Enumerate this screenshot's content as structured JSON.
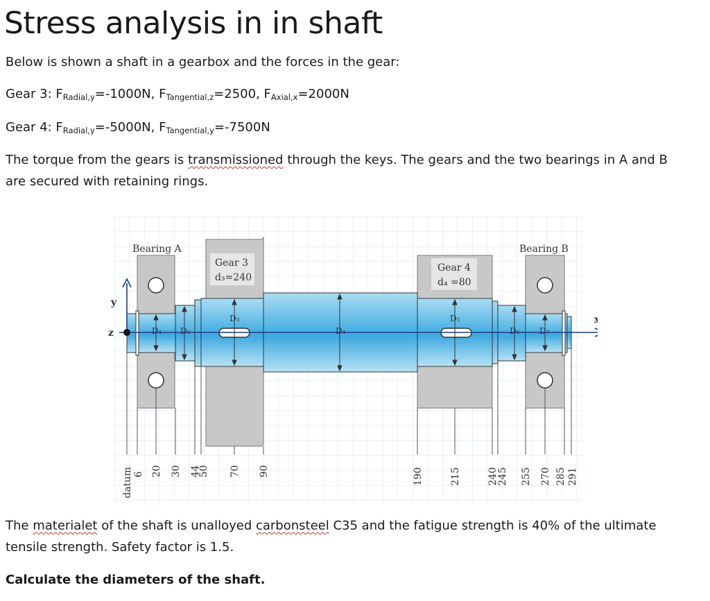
{
  "title": "Stress analysis in in shaft",
  "intro": "Below is shown a shaft in a gearbox and the forces in the gear:",
  "gear3": {
    "label": "Gear 3: ",
    "f1_main": "F",
    "f1_sub": "Radial,y",
    "f1_val": "=-1000N, ",
    "f2_main": "F",
    "f2_sub": "Tangential,z",
    "f2_val": "=2500, ",
    "f3_main": "F",
    "f3_sub": "Axial,x",
    "f3_val": "=2000N"
  },
  "gear4": {
    "label": "Gear 4: ",
    "f1_main": "F",
    "f1_sub": "Radial,y",
    "f1_val": "=-5000N, ",
    "f2_main": "F",
    "f2_sub": "Tangential,y",
    "f2_val": "=-7500N"
  },
  "torque": {
    "pre": "The torque from the gears is ",
    "word": "transmissioned",
    "post": " through the keys. The gears and the two bearings in A and B",
    "line2": "are secured with retaining rings."
  },
  "diagram": {
    "bearing_a": "Bearing A",
    "bearing_b": "Bearing B",
    "gear3_name": "Gear 3",
    "gear3_dia": "d₃=240",
    "gear4_name": "Gear 4",
    "gear4_dia": "d₄ =80",
    "axis_y": "y",
    "axis_z": "z",
    "axis_x": "x",
    "d1": "D₁",
    "d2": "D₂",
    "d3": "D₃",
    "d4": "D₄",
    "d5": "D₅",
    "d6": "D₆",
    "d7": "D₇",
    "datum": "datum",
    "stations": [
      "6",
      "20",
      "30",
      "44",
      "50",
      "70",
      "90",
      "190",
      "215",
      "240",
      "245",
      "255",
      "270",
      "285",
      "291"
    ]
  },
  "material": {
    "pre": "The ",
    "word1": "materialet",
    "mid": " of the shaft is unalloyed ",
    "word2": "carbonsteel",
    "post": " C35 and the fatigue strength is 40% of the ultimate",
    "line2": "tensile strength. Safety factor is 1.5."
  },
  "task": "Calculate the diameters of the shaft."
}
